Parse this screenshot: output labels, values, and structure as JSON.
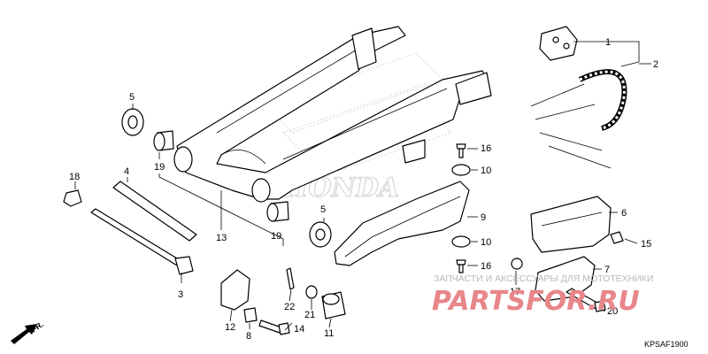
{
  "callouts": {
    "c1": "1",
    "c2": "2",
    "c4": "4",
    "c5a": "5",
    "c5b": "5",
    "c6": "6",
    "c7": "7",
    "c8": "8",
    "c9": "9",
    "c10a": "10",
    "c10b": "10",
    "c11": "11",
    "c12": "12",
    "c13": "13",
    "c14": "14",
    "c15": "15",
    "c16a": "16",
    "c16b": "16",
    "c17": "17",
    "c18": "18",
    "c19a": "19",
    "c19b": "19",
    "c20": "20",
    "c21": "21",
    "c22": "22",
    "c3": "3"
  },
  "watermark": {
    "honda_text": "HONDA",
    "shop_caption": "ЗАПЧАСТИ И АКСЕССУАРЫ ДЛЯ МОТОТЕХНИКИ",
    "shop_logo": "PARTSFOR.RU"
  },
  "direction_label": "FR.",
  "diagram_code": "KPSAF1900"
}
